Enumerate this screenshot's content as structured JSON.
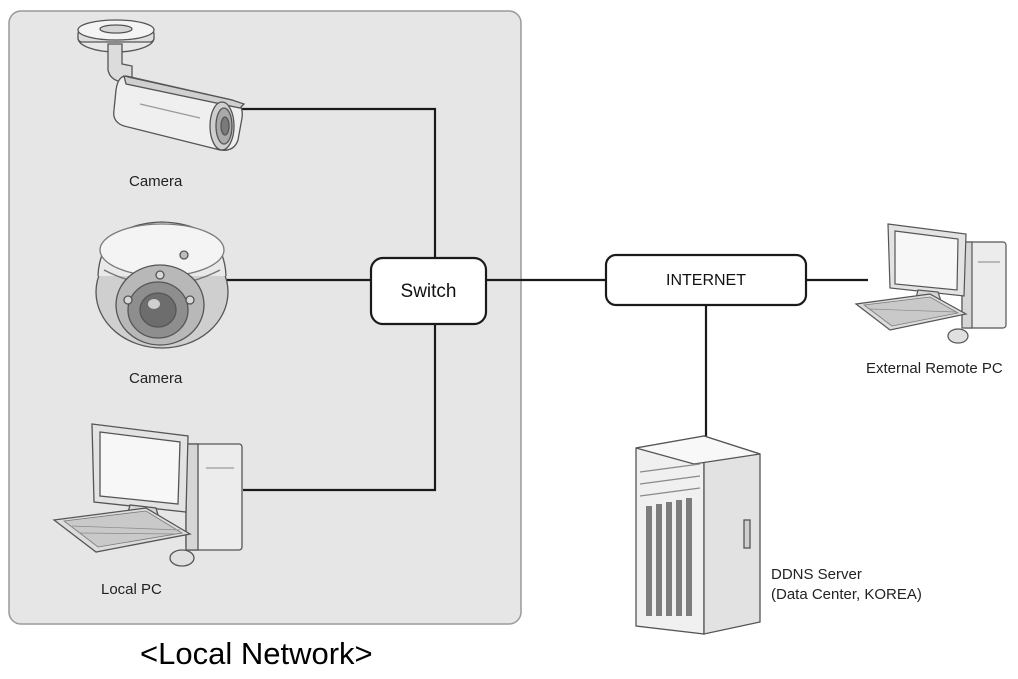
{
  "labels": {
    "camera_1": "Camera",
    "camera_2": "Camera",
    "local_pc": "Local PC",
    "switch": "Switch",
    "internet": "INTERNET",
    "external_remote_pc": "External Remote PC",
    "ddns_server_line1": "DDNS Server",
    "ddns_server_line2": "(Data Center, KOREA)",
    "local_network_caption": "<Local Network>"
  },
  "colors": {
    "local_network_area": "#e6e6e6",
    "line": "#1a1a1a",
    "box_fill": "#ffffff"
  },
  "icons": [
    "bullet-camera-icon",
    "dome-camera-icon",
    "desktop-pc-icon",
    "tower-server-icon"
  ]
}
